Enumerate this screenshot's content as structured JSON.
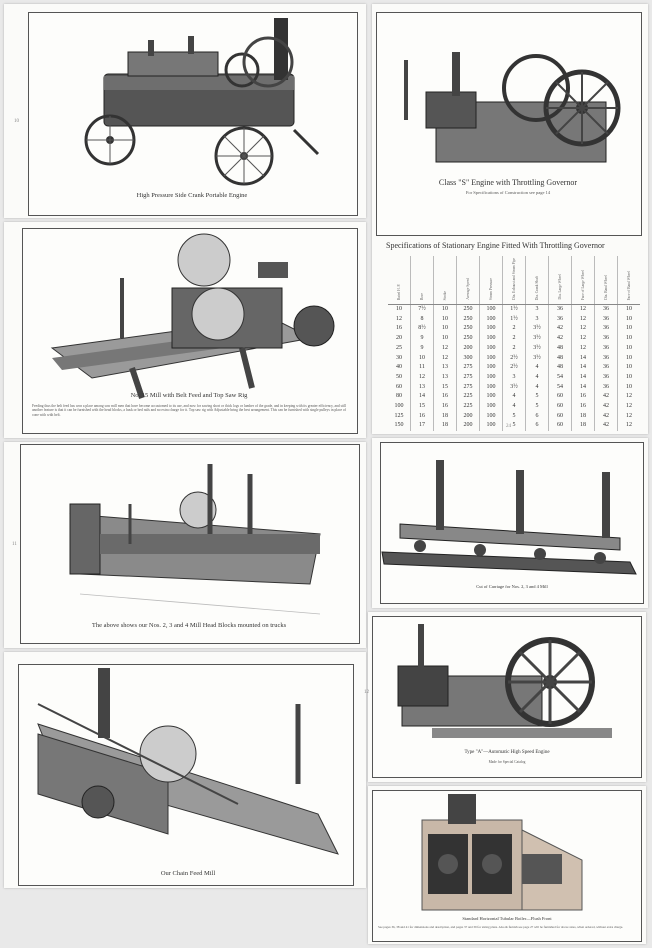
{
  "captions": {
    "portable_engine": "High Pressure Side Crank Portable Engine",
    "class_s_engine": "Class \"S\" Engine with Throttling Governor",
    "class_s_sub": "For Specifications of Construction see page 14",
    "mill_15": "No. 15 Mill with Belt Feed and Top Saw Rig",
    "mill_15_body": "Feeding thus the belt feed has won a place among saw mill men that have become accustomed to its use, and now for sawing short or thick logs or lumber of the grade, and in keeping with its greater efficiency, and still another feature is that it can be furnished with the head blocks, a husk or bed rails and no extra charge for it. Top saw rig with Adjustable bring the best arrangement. This can be furnished with single pulleys in place of cone with with belt.",
    "head_blocks": "The above shows our Nos. 2, 3 and 4 Mill Head Blocks mounted on trucks",
    "carriage": "Cut of Carriage for Nos. 2, 3 and 4 Mill",
    "type_a_engine": "Type \"A\"—Automatic High Speed Engine",
    "type_a_sub": "Made for Special Catalog",
    "chain_feed": "Our Chain Feed Mill",
    "boiler": "Standard Horizontal Tubular Boiler—Flush Front",
    "boiler_body": "See pages 36, 38 and 41 for dimensions and description, and pages 37 and 39 for sizing plans.   Also & furnish see page 27 will be furnished for above sizes, when ordered, without extra charge.",
    "spec_title": "Specifications of Stationary Engine Fitted With Throttling Governor"
  },
  "page_numbers": {
    "left_top": "10",
    "right_top": "24",
    "left_mid": "11",
    "right_mid": "12"
  },
  "spec_table": {
    "headers": [
      "Rated H. P.",
      "Bore",
      "Stroke",
      "Average Speed",
      "Steam Pressure",
      "Dia. Exhaust and Steam Pipe",
      "Dia. Crank Shaft",
      "Dia. Large Wheel",
      "Face of Large Wheel",
      "Dia. Band Wheel",
      "Face of Band Wheel"
    ],
    "rows": [
      [
        "10",
        "7½",
        "10",
        "250",
        "100",
        "1½",
        "3",
        "36",
        "12",
        "36",
        "10"
      ],
      [
        "12",
        "8",
        "10",
        "250",
        "100",
        "1½",
        "3",
        "36",
        "12",
        "36",
        "10"
      ],
      [
        "16",
        "8½",
        "10",
        "250",
        "100",
        "2",
        "3½",
        "42",
        "12",
        "36",
        "10"
      ],
      [
        "20",
        "9",
        "10",
        "250",
        "100",
        "2",
        "3½",
        "42",
        "12",
        "36",
        "10"
      ],
      [
        "25",
        "9",
        "12",
        "200",
        "100",
        "2",
        "3½",
        "48",
        "12",
        "36",
        "10"
      ],
      [
        "30",
        "10",
        "12",
        "300",
        "100",
        "2½",
        "3½",
        "48",
        "14",
        "36",
        "10"
      ],
      [
        "40",
        "11",
        "13",
        "275",
        "100",
        "2½",
        "4",
        "48",
        "14",
        "36",
        "10"
      ],
      [
        "50",
        "12",
        "13",
        "275",
        "100",
        "3",
        "4",
        "54",
        "14",
        "36",
        "10"
      ],
      [
        "60",
        "13",
        "15",
        "275",
        "100",
        "3½",
        "4",
        "54",
        "14",
        "36",
        "10"
      ],
      [
        "80",
        "14",
        "16",
        "225",
        "100",
        "4",
        "5",
        "60",
        "16",
        "42",
        "12"
      ],
      [
        "100",
        "15",
        "16",
        "225",
        "100",
        "4",
        "5",
        "60",
        "16",
        "42",
        "12"
      ],
      [
        "125",
        "16",
        "18",
        "200",
        "100",
        "5",
        "6",
        "60",
        "18",
        "42",
        "12"
      ],
      [
        "150",
        "17",
        "18",
        "200",
        "100",
        "5",
        "6",
        "60",
        "18",
        "42",
        "12"
      ]
    ]
  }
}
